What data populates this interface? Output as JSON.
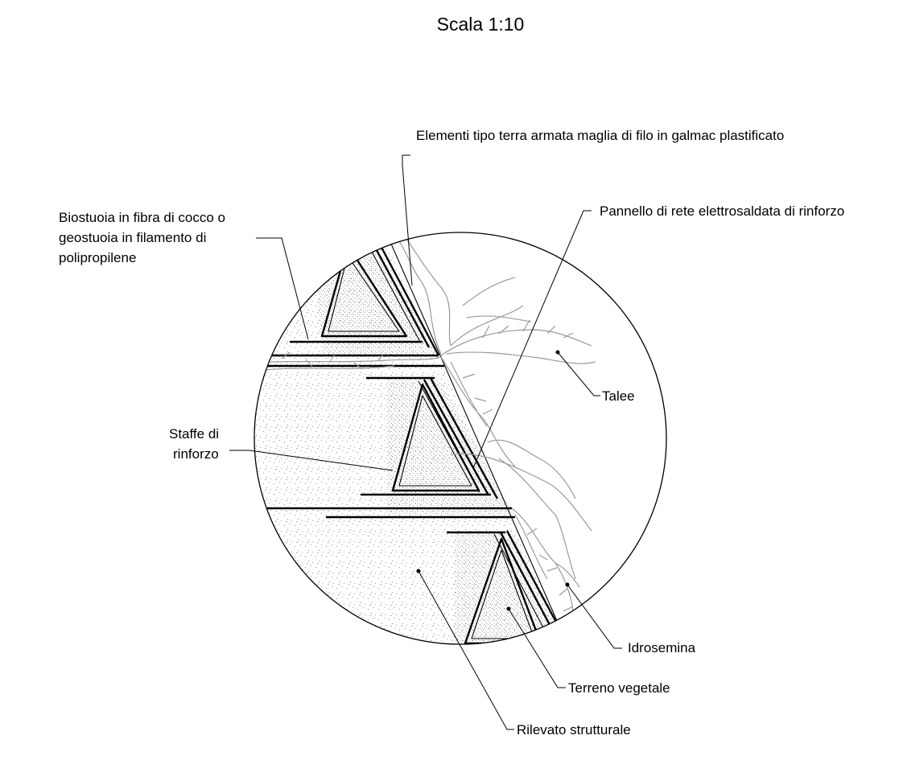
{
  "title": "Scala 1:10",
  "labels": {
    "elementi": "Elementi tipo terra armata maglia di filo in galmac plastificato",
    "pannello": "Pannello di rete elettrosaldata di rinforzo",
    "biostuoia_1": "Biostuoia in fibra di cocco o",
    "biostuoia_2": "geostuoia in filamento di",
    "biostuoia_3": "polipropilene",
    "talee": "Talee",
    "staffe_1": "Staffe di",
    "staffe_2": "rinforzo",
    "idrosemina": "Idrosemina",
    "terreno": "Terreno vegetale",
    "rilevato": "Rilevato strutturale"
  },
  "colors": {
    "line": "#000000",
    "vegetation": "#9a9a9a",
    "stipple": "#8a8a8a",
    "background": "#ffffff"
  }
}
